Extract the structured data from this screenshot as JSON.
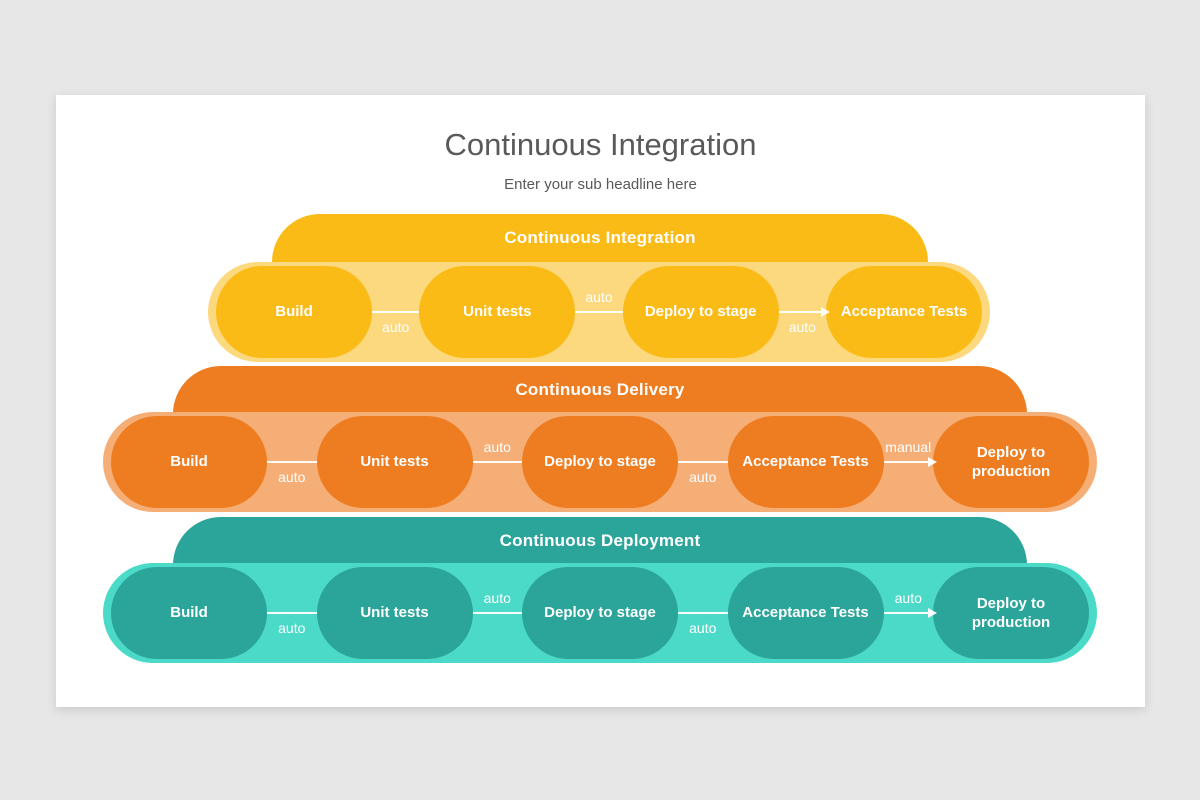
{
  "page": {
    "background": "#E8E7E7"
  },
  "slide": {
    "title": "Continuous Integration",
    "subtitle": "Enter your sub headline here",
    "background": "#FFFFFF",
    "text_color": "#595959"
  },
  "rows": [
    {
      "header": "Continuous Integration",
      "colors": {
        "header": "#FBBB17",
        "body": "#FCD97E",
        "node": "#FBBB17"
      },
      "nodes": [
        "Build",
        "Unit tests",
        "Deploy to stage",
        "Acceptance Tests"
      ],
      "connectors": [
        {
          "label": "auto",
          "label_position": "below",
          "arrowhead": false
        },
        {
          "label": "auto",
          "label_position": "above",
          "arrowhead": false
        },
        {
          "label": "auto",
          "label_position": "below",
          "arrowhead": true
        }
      ]
    },
    {
      "header": "Continuous Delivery",
      "colors": {
        "header": "#EE7D22",
        "body": "#F5AE75",
        "node": "#EE7D22"
      },
      "nodes": [
        "Build",
        "Unit tests",
        "Deploy to stage",
        "Acceptance Tests",
        "Deploy to production"
      ],
      "connectors": [
        {
          "label": "auto",
          "label_position": "below",
          "arrowhead": false
        },
        {
          "label": "auto",
          "label_position": "above",
          "arrowhead": false
        },
        {
          "label": "auto",
          "label_position": "below",
          "arrowhead": false
        },
        {
          "label": "manual",
          "label_position": "above",
          "arrowhead": true
        }
      ]
    },
    {
      "header": "Continuous Deployment",
      "colors": {
        "header": "#2BA49A",
        "body": "#4CDAC8",
        "node": "#2BA49A"
      },
      "nodes": [
        "Build",
        "Unit tests",
        "Deploy to stage",
        "Acceptance Tests",
        "Deploy to production"
      ],
      "connectors": [
        {
          "label": "auto",
          "label_position": "below",
          "arrowhead": false
        },
        {
          "label": "auto",
          "label_position": "above",
          "arrowhead": false
        },
        {
          "label": "auto",
          "label_position": "below",
          "arrowhead": false
        },
        {
          "label": "auto",
          "label_position": "above",
          "arrowhead": true
        }
      ]
    }
  ]
}
